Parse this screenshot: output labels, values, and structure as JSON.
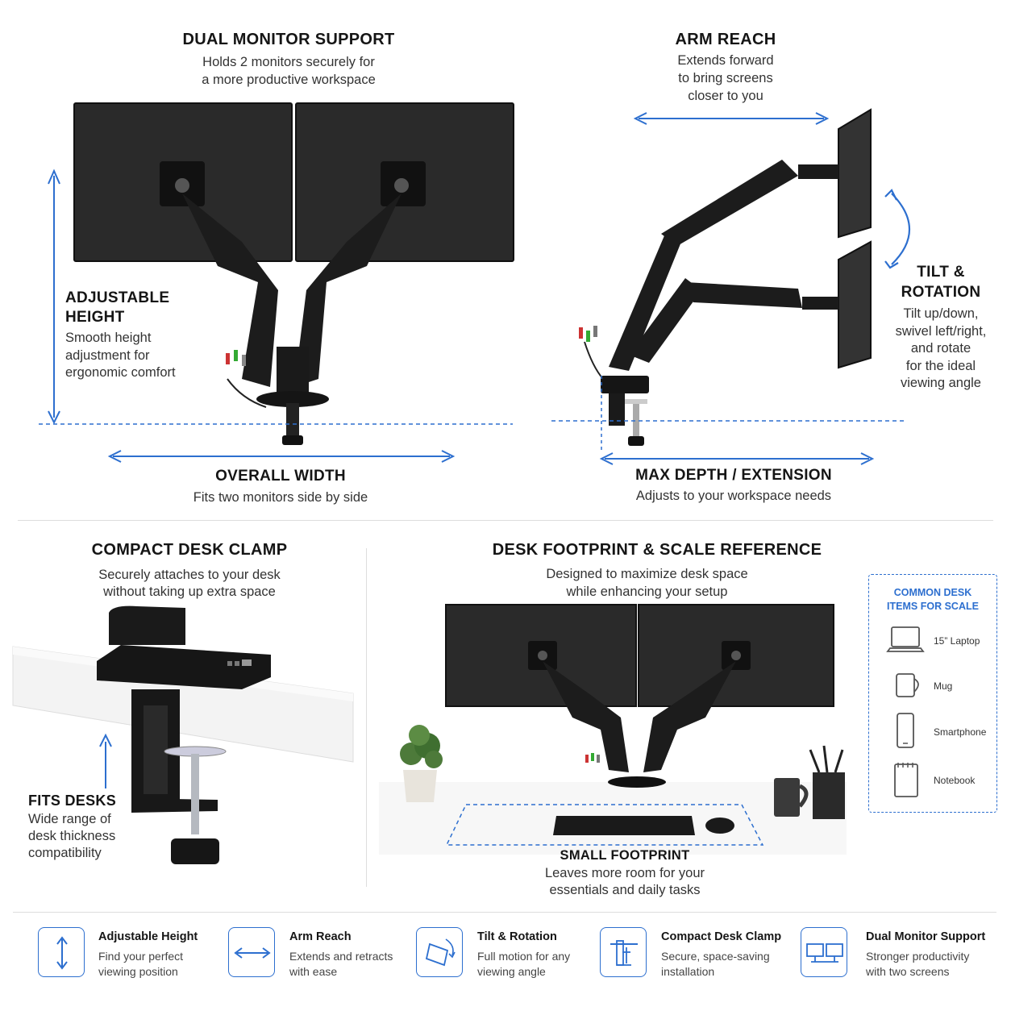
{
  "sections": {
    "dual_monitor": {
      "title": "DUAL MONITOR SUPPORT",
      "line1": "Holds 2 monitors securely for",
      "line2": "a more productive workspace"
    },
    "arm_reach": {
      "title": "ARM REACH",
      "line1": "Extends forward",
      "line2": "to bring screens",
      "line3": "closer to you"
    },
    "adjustable_height": {
      "title1": "ADJUSTABLE",
      "title2": "HEIGHT",
      "line1": "Smooth height",
      "line2": "adjustment for",
      "line3": "ergonomic comfort"
    },
    "tilt_rotation": {
      "title1": "TILT &",
      "title2": "ROTATION",
      "line1": "Tilt up/down,",
      "line2": "swivel left/right,",
      "line3": "and rotate",
      "line4": "for the ideal",
      "line5": "viewing angle"
    },
    "overall_width": {
      "title": "OVERALL WIDTH",
      "line1": "Fits two monitors side by side"
    },
    "max_depth": {
      "title": "MAX DEPTH / EXTENSION",
      "line1": "Adjusts to your workspace needs"
    },
    "desk_clamp": {
      "title": "COMPACT DESK CLAMP",
      "line1": "Securely attaches to your desk",
      "line2": "without taking up extra space"
    },
    "fits_desks": {
      "title": "FITS DESKS",
      "line1": "Wide range of",
      "line2": "desk thickness",
      "line3": "compatibility"
    },
    "footprint": {
      "title": "DESK FOOTPRINT & SCALE REFERENCE",
      "line1": "Designed to maximize desk space",
      "line2": "while enhancing your setup"
    },
    "small_footprint": {
      "title": "SMALL FOOTPRINT",
      "line1": "Leaves more room for your",
      "line2": "essentials and daily tasks"
    }
  },
  "scale_box": {
    "heading1": "COMMON DESK",
    "heading2": "ITEMS FOR SCALE",
    "items": [
      {
        "icon": "laptop-icon",
        "label": "15” Laptop"
      },
      {
        "icon": "mug-icon",
        "label": "Mug"
      },
      {
        "icon": "smartphone-icon",
        "label": "Smartphone"
      },
      {
        "icon": "notebook-icon",
        "label": "Notebook"
      }
    ]
  },
  "features": [
    {
      "icon": "vertical-arrow-icon",
      "title": "Adjustable Height",
      "line1": "Find your perfect",
      "line2": "viewing position"
    },
    {
      "icon": "horizontal-arrow-icon",
      "title": "Arm Reach",
      "line1": "Extends and retracts",
      "line2": "with ease"
    },
    {
      "icon": "tilt-icon",
      "title": "Tilt & Rotation",
      "line1": "Full motion for any",
      "line2": "viewing angle"
    },
    {
      "icon": "clamp-icon",
      "title": "Compact Desk Clamp",
      "line1": "Secure, space-saving",
      "line2": "installation"
    },
    {
      "icon": "dual-monitor-icon",
      "title": "Dual Monitor Support",
      "line1": "Stronger productivity",
      "line2": "with two screens"
    }
  ],
  "colors": {
    "accent": "#2d6fcf",
    "product": "#1c1c1c",
    "screen": "#2b2b2b"
  }
}
